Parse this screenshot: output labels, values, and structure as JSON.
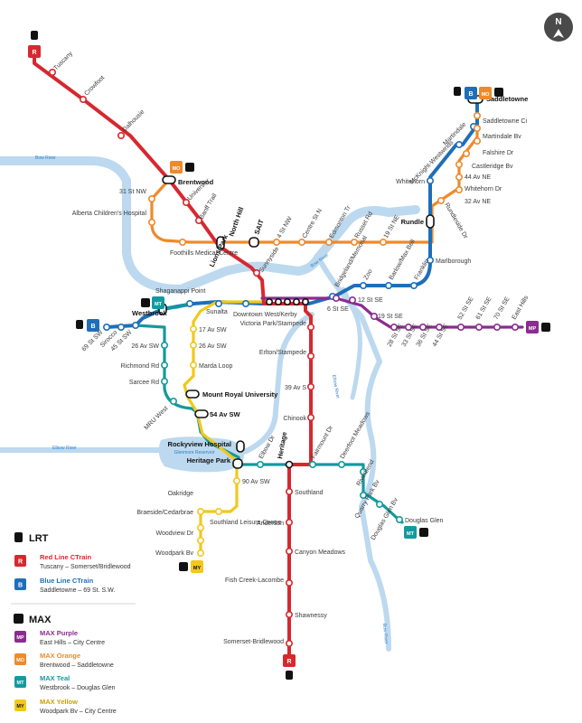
{
  "colors": {
    "red": "#d7282f",
    "blue": "#1e6fb8",
    "orange": "#ee8a2a",
    "teal": "#14999e",
    "yellow": "#f2c81b",
    "purple": "#8a2d8f",
    "water": "#bcd9ef",
    "river_text": "#2d7fc0",
    "compass": "#4a4a4a"
  },
  "compass": {
    "label": "N"
  },
  "rivers": {
    "bow": "Bow River",
    "elbow": "Elbow River",
    "reservoir": "Glenmore Reservoir"
  },
  "stations": {
    "tuscany": "Tuscany",
    "crowfoot": "Crowfoot",
    "dalhousie": "Dalhousie",
    "brentwood": "Brentwood",
    "university": "University",
    "banff_trail": "Banff Trail",
    "lions_park": "Lions Park",
    "sunnyside": "Sunnyside",
    "downtown": "Downtown West/Kerby",
    "sunalta": "Sunalta",
    "shaganappi": "Shaganappi Point",
    "westbrook": "Westbrook",
    "45st": "45 St SW",
    "sirocco": "Sirocco",
    "69st": "69 St SW",
    "saddletowne": "Saddletowne",
    "martindale": "Martindale",
    "mcknight": "McKnight-Westwinds",
    "whitehorn": "Whitehorn",
    "rundle": "Rundle",
    "marlborough": "Marlborough",
    "franklin": "Franklin",
    "barlow": "Barlow/Max Bell",
    "zoo": "Zoo",
    "bridgeland": "Bridgeland/Memorial",
    "victoria_park": "Victoria Park/Stampede",
    "erlton": "Erlton/Stampede",
    "39av": "39 Av S",
    "chinook": "Chinook",
    "heritage": "Heritage",
    "southland": "Southland",
    "anderson": "Anderson",
    "canyon": "Canyon Meadows",
    "fish_creek": "Fish Creek-Lacombe",
    "shawnessy": "Shawnessy",
    "somerset": "Somerset-Bridlewood",
    "31st": "31 St NW",
    "alberta_childrens": "Alberta Children's Hospital",
    "foothills": "Foothills Medical Centre",
    "north_hill": "North Hill",
    "sait": "SAIT",
    "4st": "4 St NW",
    "centre_st": "Centre St N",
    "edmonton_tr": "Edmonton Tr",
    "russet": "Russet Rd",
    "19st_ne": "19 St NE",
    "rundleside": "Rundleside Dr",
    "32av": "32 Av NE",
    "whitehorn_dr": "Whitehorn Dr",
    "44av": "44 Av NE",
    "castleridge": "Castleridge Bv",
    "falshire": "Falshire Dr",
    "martindale_bv": "Martindale Bv",
    "saddletowne_ci": "Saddletowne Ci",
    "12st": "12 St SE",
    "6st": "6 St SE",
    "19st_se": "19 St SE",
    "28st": "28 St SE",
    "33st": "33 St SE",
    "36st": "36 St SE",
    "44st": "44 St SE",
    "52st": "52 St SE",
    "61st": "61 St SE",
    "70st": "70 St SE",
    "east_hills": "East Hills",
    "26av": "26 Av SW",
    "richmond": "Richmond Rd",
    "sarcee": "Sarcee Rd",
    "mru_west": "MRU West",
    "mru": "Mount Royal University",
    "54av": "54 Av SW",
    "rockyview": "Rockyview Hospital",
    "heritage_park": "Heritage Park",
    "elbow_dr": "Elbow Dr",
    "fairmount": "Fairmount Dr",
    "deerfoot": "Deerfoot Meadows",
    "riverbend": "Riverbend",
    "quarry": "Quarry Park Bv",
    "douglas_glen_bv": "Douglas Glen Bv",
    "douglas_glen": "Douglas Glen",
    "17av": "17 Av SW",
    "26av_sw": "26 Av SW",
    "marda": "Marda Loop",
    "90av": "90 Av SW",
    "oakridge": "Oakridge",
    "southland_lc": "Southland Leisure Centre",
    "braeside": "Braeside/Cedarbrae",
    "woodview": "Woodview Dr",
    "woodpark": "Woodpark Bv"
  },
  "badges": {
    "R": "R",
    "B": "B",
    "MO": "MO",
    "MP": "MP",
    "MT": "MT",
    "MY": "MY"
  },
  "legend": {
    "lrt_heading": "LRT",
    "max_heading": "MAX",
    "items": [
      {
        "badge": "R",
        "name": "Red Line CTrain",
        "desc": "Tuscany – Somerset/Bridlewood"
      },
      {
        "badge": "B",
        "name": "Blue Line CTrain",
        "desc": "Saddletowne – 69 St. S.W."
      },
      {
        "badge": "MP",
        "name": "MAX Purple",
        "desc": "East Hills – City Centre"
      },
      {
        "badge": "MO",
        "name": "MAX Orange",
        "desc": "Brentwood – Saddletowne"
      },
      {
        "badge": "MT",
        "name": "MAX Teal",
        "desc": "Westbrook – Douglas Glen"
      },
      {
        "badge": "MY",
        "name": "MAX Yellow",
        "desc": "Woodpark Bv – City Centre"
      }
    ]
  }
}
